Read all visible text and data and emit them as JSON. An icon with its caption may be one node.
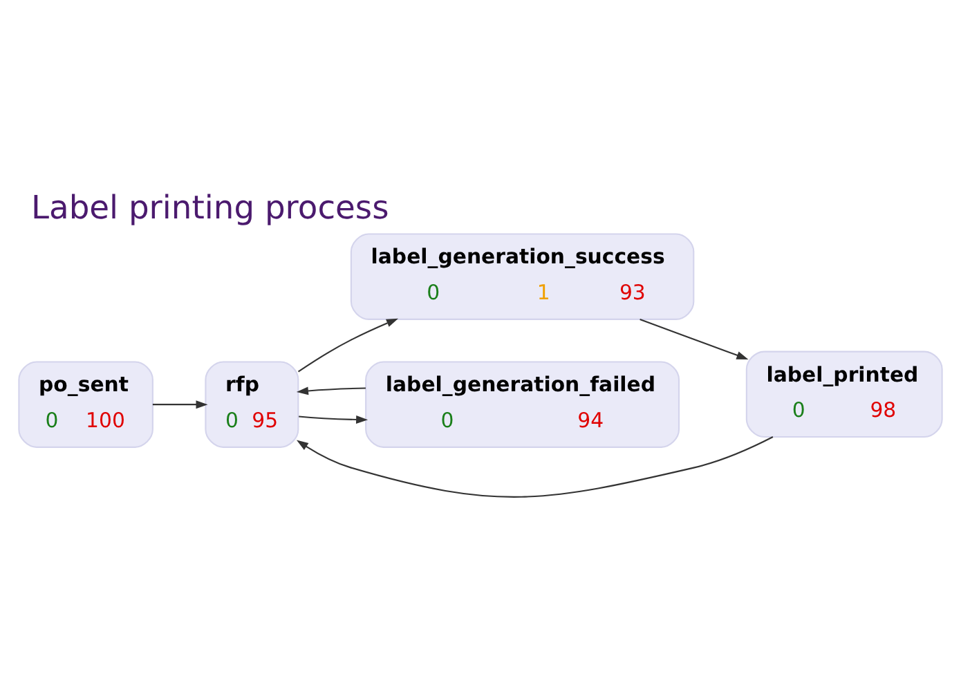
{
  "diagram": {
    "title": "Label printing process",
    "nodes": [
      {
        "text": [
          "po_sent",
          "0",
          "100"
        ]
      },
      {
        "text": [
          "rfp",
          "0",
          "95"
        ]
      },
      {
        "text": [
          "label_generation_success",
          "0",
          "1",
          "93"
        ]
      },
      {
        "text": [
          "label_generation_failed",
          "0",
          "94"
        ]
      },
      {
        "text": [
          "label_printed",
          "0",
          "98"
        ]
      }
    ],
    "edges": [
      {
        "from": 0,
        "to": 1,
        "arrow": "to"
      },
      {
        "from": 1,
        "to": 2,
        "arrow": "to"
      },
      {
        "from": 1,
        "to": 3,
        "arrow": "to"
      },
      {
        "from": 3,
        "to": 1,
        "arrow": "to"
      },
      {
        "from": 2,
        "to": 4,
        "arrow": "to"
      },
      {
        "from": 4,
        "to": 1,
        "arrow": "to"
      }
    ]
  }
}
